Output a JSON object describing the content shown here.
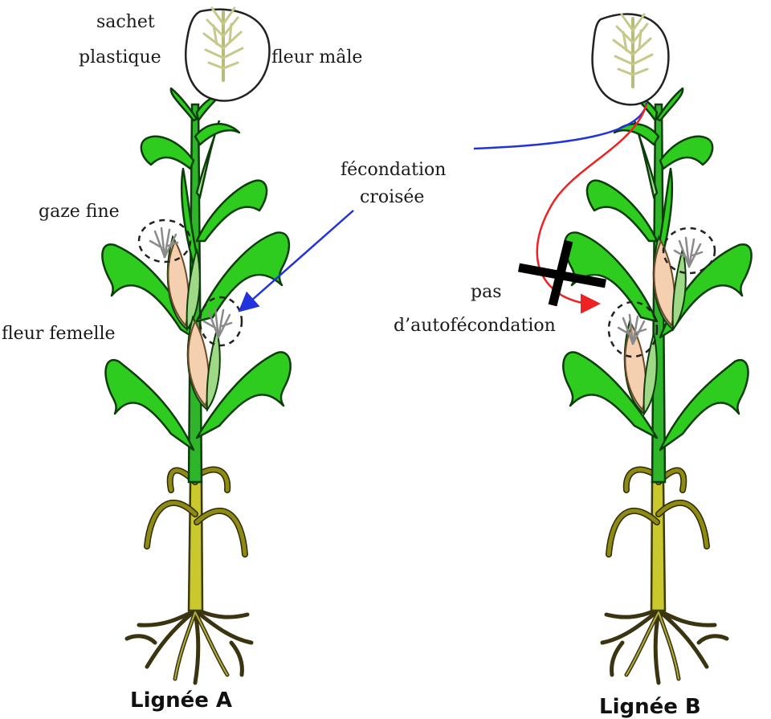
{
  "labels": {
    "sachet": "sachet",
    "plastique": "plastique",
    "fleur_male": "fleur mâle",
    "fecondation": "fécondation",
    "croisee": "croisée",
    "gaze_fine": "gaze fine",
    "fleur_femelle": "fleur femelle",
    "pas": "pas",
    "autofecondation": "d’autofécondation"
  },
  "plants": [
    {
      "title": "Lignée A"
    },
    {
      "title": "Lignée B"
    }
  ],
  "colors": {
    "cross_arrow": "#2233dd",
    "self_arrow": "#ee2222",
    "leaf_green": "#2ecc1f",
    "stem_yellow": "#c9c82c",
    "ear_peach": "#f5d0b0"
  }
}
